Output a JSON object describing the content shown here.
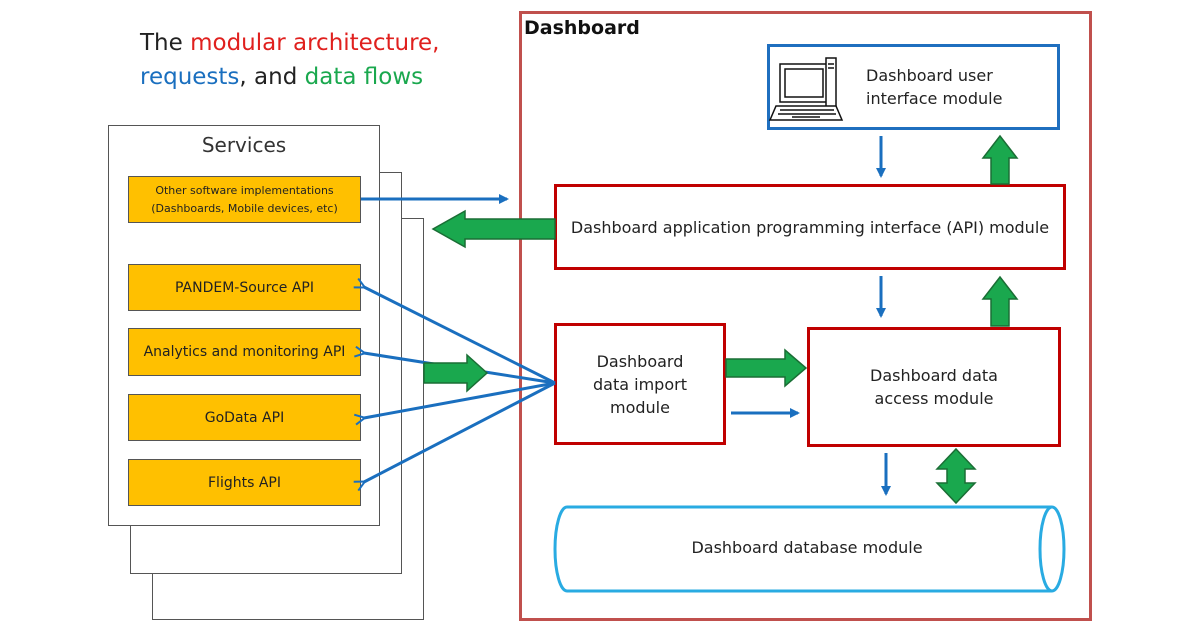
{
  "title": {
    "part1": "The ",
    "part2": "modular architecture,",
    "part3": "requests",
    "part4": ", and ",
    "part5": "data flows"
  },
  "services": {
    "title": "Services",
    "items": [
      "Other software implementations\n(Dashboards, Mobile devices, etc)",
      "PANDEM-Source API",
      "Analytics and monitoring API",
      "GoData API",
      "Flights API"
    ]
  },
  "dashboard": {
    "label": "Dashboard",
    "ui_module": "Dashboard user\ninterface module",
    "api_module": "Dashboard application programming interface (API) module",
    "import_module": "Dashboard\ndata import\nmodule",
    "access_module": "Dashboard data\naccess module",
    "database_module": "Dashboard database module"
  },
  "colors": {
    "architecture": "#e0201e",
    "requests": "#1a6fbf",
    "data_flows": "#1aa84e",
    "service_fill": "#ffc000",
    "module_border": "#c00000",
    "ui_border": "#1f6fbf",
    "database_border": "#29abe2",
    "frame_border": "#c0504d"
  },
  "icons": [
    "computer-icon"
  ]
}
